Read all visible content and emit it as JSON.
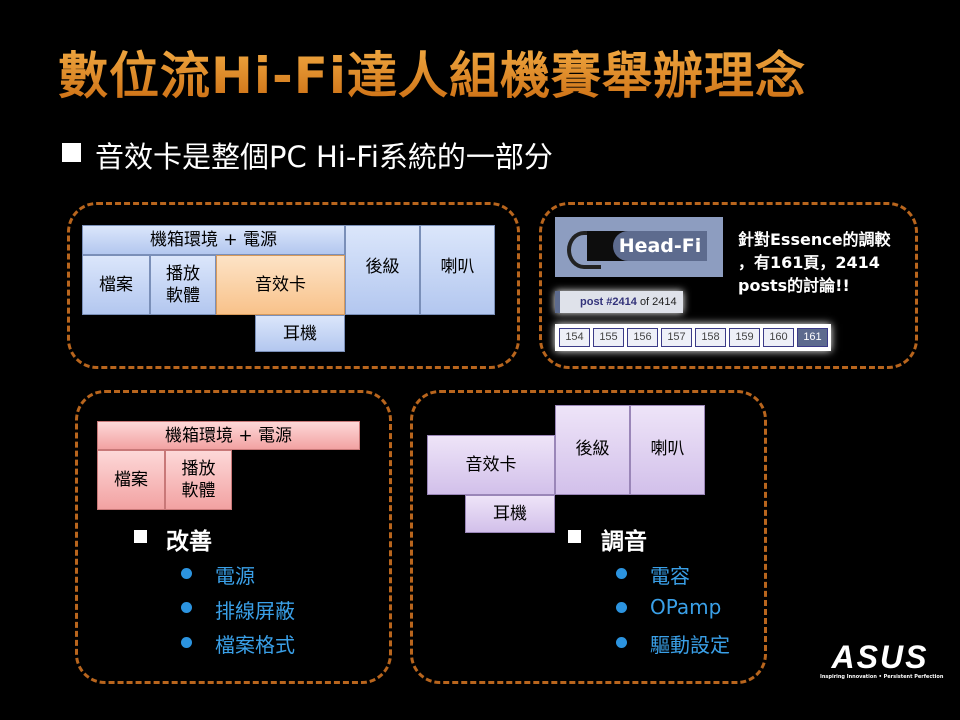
{
  "title": "數位流Hi-Fi達人組機賽舉辦理念",
  "subtitle": "音效卡是整個PC Hi-Fi系統的一部分",
  "diagram1": {
    "case_power": "機箱環境 + 電源",
    "file": "檔案",
    "player": "播放軟體",
    "soundcard": "音效卡",
    "amp": "後級",
    "speaker": "喇叭",
    "headphone": "耳機"
  },
  "headfi": {
    "logo": "Head-Fi",
    "post_label": "post #2414",
    "post_of": "of 2414",
    "pages": [
      "154",
      "155",
      "156",
      "157",
      "158",
      "159",
      "160",
      "161"
    ],
    "note": [
      "針對Essence的調較",
      "，有161頁，2414",
      "posts的討論!!"
    ]
  },
  "diagram2": {
    "case_power": "機箱環境 + 電源",
    "file": "檔案",
    "player": "播放軟體",
    "heading": "改善",
    "items": [
      "電源",
      "排線屏蔽",
      "檔案格式"
    ]
  },
  "diagram3": {
    "soundcard": "音效卡",
    "amp": "後級",
    "speaker": "喇叭",
    "headphone": "耳機",
    "heading": "調音",
    "items": [
      "電容",
      "OPamp",
      "驅動設定"
    ]
  },
  "logo": {
    "brand": "ASUS",
    "tagline": "Inspiring Innovation • Persistent Perfection"
  }
}
